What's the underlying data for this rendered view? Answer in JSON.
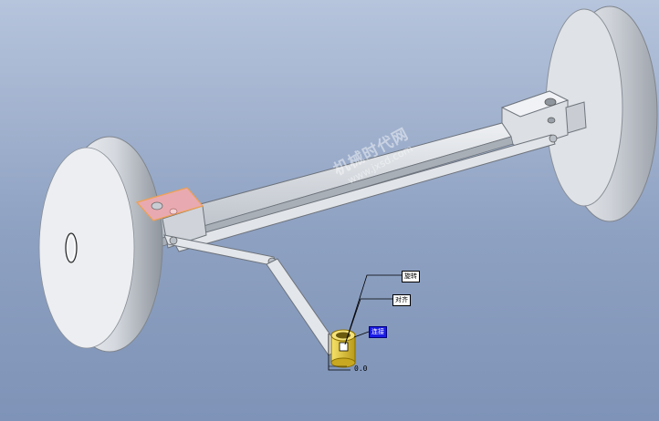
{
  "viewport": {
    "background_top": "#b6c4dc",
    "background_bottom": "#7e93b7"
  },
  "annotations": {
    "label_top": "旋转",
    "label_middle": "对齐",
    "label_selected": "连接",
    "dimension_value": "0.0"
  },
  "watermark": {
    "text": "机械时代网",
    "url": "www.jxsd.com"
  },
  "colors": {
    "part_gray": "#d8dde4",
    "highlight_orange": "#f0a050",
    "selected_yellow": "#e8d030",
    "label_blue": "#1a1ae6"
  }
}
